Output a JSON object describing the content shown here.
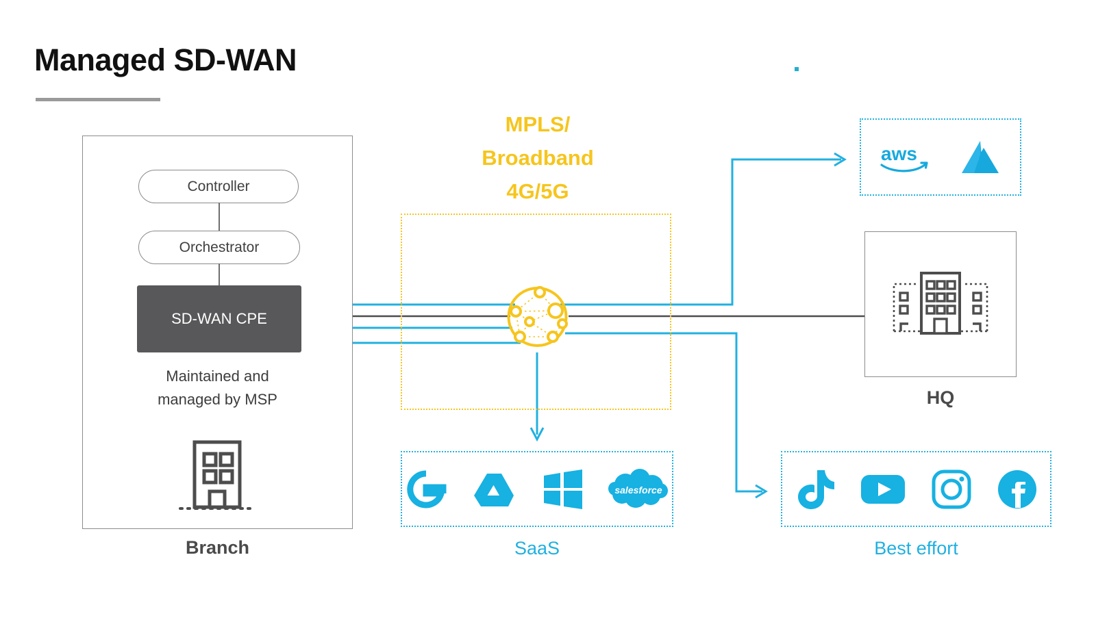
{
  "page": {
    "title": "Managed SD-WAN",
    "background": "#ffffff",
    "accent_cyan": "#21b0e0",
    "accent_yellow": "#f6c51d",
    "dark_gray": "#58585a"
  },
  "branch": {
    "label": "Branch",
    "controller_label": "Controller",
    "orchestrator_label": "Orchestrator",
    "cpe_label": "SD-WAN CPE",
    "note": "Maintained and\nmanaged by MSP",
    "note_line1": "Maintained and",
    "note_line2": "managed by MSP",
    "building_icon": "office-building-icon"
  },
  "wan": {
    "label_line1": "MPLS/",
    "label_line2": "Broadband",
    "label_line3": "4G/5G",
    "cloud_icon": "network-mesh-icon"
  },
  "cloud_providers": {
    "items": [
      {
        "name": "aws-logo",
        "label": "aws"
      },
      {
        "name": "azure-logo",
        "label": "Azure"
      }
    ]
  },
  "hq": {
    "label": "HQ",
    "building_icon": "hq-building-icon"
  },
  "saas": {
    "label": "SaaS",
    "items": [
      {
        "name": "google-icon",
        "label": "Google"
      },
      {
        "name": "google-drive-icon",
        "label": "Google Drive"
      },
      {
        "name": "windows-icon",
        "label": "Windows"
      },
      {
        "name": "salesforce-icon",
        "label": "salesforce"
      }
    ]
  },
  "best_effort": {
    "label": "Best effort",
    "items": [
      {
        "name": "tiktok-icon",
        "label": "TikTok"
      },
      {
        "name": "youtube-icon",
        "label": "YouTube"
      },
      {
        "name": "instagram-icon",
        "label": "Instagram"
      },
      {
        "name": "facebook-icon",
        "label": "Facebook"
      }
    ]
  },
  "connections": [
    {
      "name": "cpe-to-cloud-link-1",
      "color": "#21b0e0"
    },
    {
      "name": "cpe-to-cloud-link-2",
      "color": "#4d4d4d"
    },
    {
      "name": "cpe-to-cloud-link-3",
      "color": "#21b0e0"
    },
    {
      "name": "cpe-to-cloud-link-4",
      "color": "#21b0e0"
    },
    {
      "name": "cloud-to-cloudproviders-link",
      "color": "#21b0e0"
    },
    {
      "name": "cloud-to-hq-link",
      "color": "#4d4d4d"
    },
    {
      "name": "cloud-to-besteffort-link",
      "color": "#21b0e0"
    },
    {
      "name": "cloud-to-saas-link",
      "color": "#21b0e0"
    }
  ]
}
